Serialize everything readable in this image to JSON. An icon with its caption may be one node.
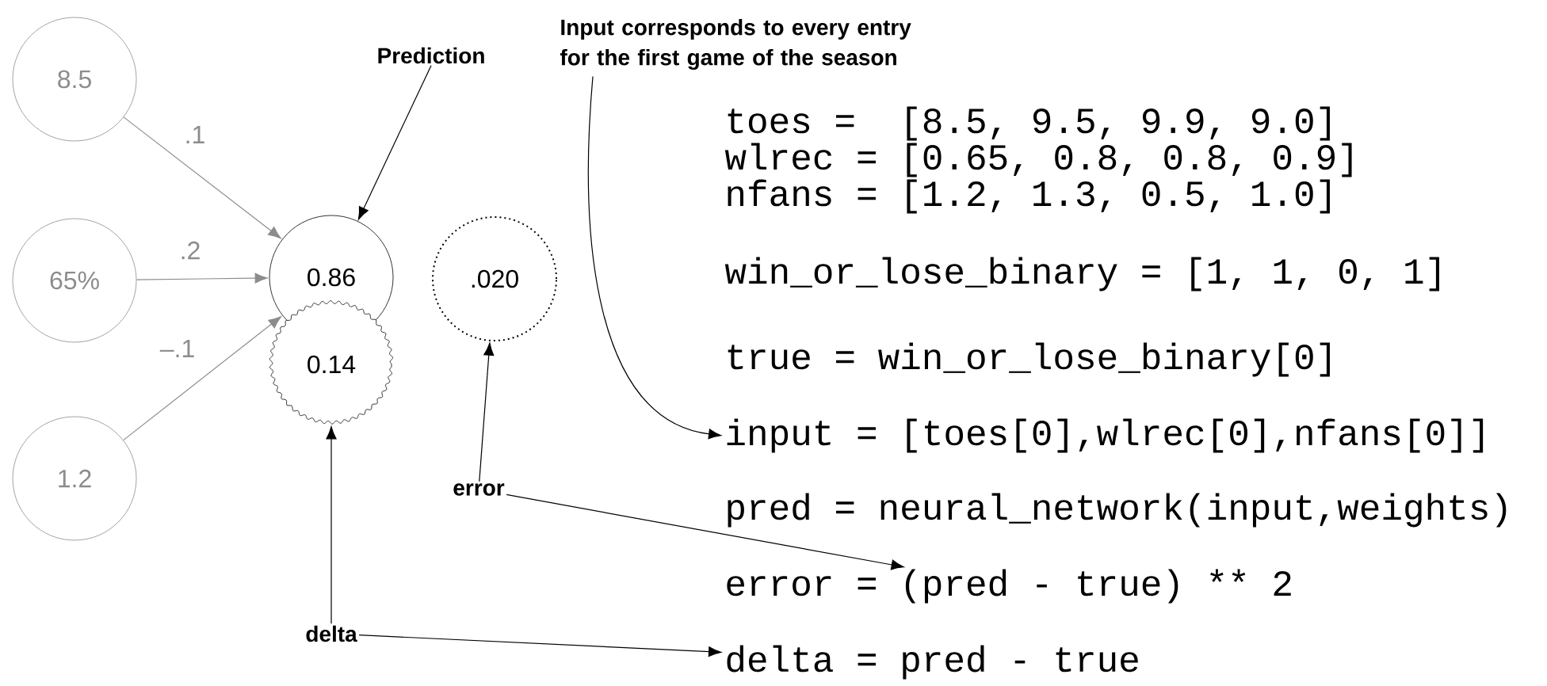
{
  "diagram": {
    "nodes": [
      {
        "text": [
          "8.5"
        ]
      },
      {
        "text": [
          "65%"
        ]
      },
      {
        "text": [
          "1.2"
        ]
      },
      {
        "text": [
          "0.86"
        ]
      },
      {
        "text": [
          "0.14"
        ]
      },
      {
        "text": [
          ".020"
        ]
      },
      {
        "text": [
          "Prediction"
        ]
      },
      {
        "text": [
          "error"
        ]
      },
      {
        "text": [
          "delta"
        ]
      },
      {
        "text": [
          "Input corresponds to every entry for the first game of the season"
        ]
      },
      {
        "text": [
          "input = [toes[0],wlrec[0],nfans[0]]"
        ]
      },
      {
        "text": [
          "error = (pred - true) ** 2"
        ]
      },
      {
        "text": [
          "delta = pred - true"
        ]
      }
    ],
    "edges": [
      {
        "from": 0,
        "to": 3,
        "arrow": "to",
        "label": ".1",
        "color": "#8c8c8c"
      },
      {
        "from": 1,
        "to": 3,
        "arrow": "to",
        "label": ".2",
        "color": "#8c8c8c"
      },
      {
        "from": 2,
        "to": 3,
        "arrow": "to",
        "label": "–.1",
        "color": "#8c8c8c"
      },
      {
        "from": 6,
        "to": 3,
        "arrow": "to"
      },
      {
        "from": 9,
        "to": 10,
        "arrow": "to"
      },
      {
        "from": 7,
        "to": 5,
        "arrow": "to"
      },
      {
        "from": 7,
        "to": 11,
        "arrow": "to"
      },
      {
        "from": 8,
        "to": 4,
        "arrow": "to"
      },
      {
        "from": 8,
        "to": 12,
        "arrow": "to"
      }
    ],
    "labels": [
      "toes =  [8.5, 9.5, 9.9, 9.0]",
      "wlrec = [0.65, 0.8, 0.8, 0.9]",
      "nfans = [1.2, 1.3, 0.5, 1.0]",
      "win_or_lose_binary = [1, 1, 0, 1]",
      "true = win_or_lose_binary[0]",
      "pred = neural_network(input,weights)"
    ]
  }
}
